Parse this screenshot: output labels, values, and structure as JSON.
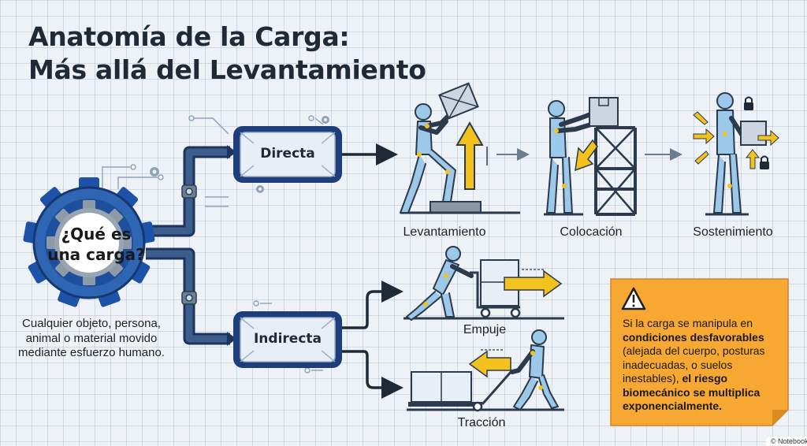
{
  "title": {
    "line1": "Anatomía de la Carga:",
    "line2": "Más allá del Levantamiento"
  },
  "center": {
    "question_line1": "¿Qué es",
    "question_line2": "una carga?",
    "definition": "Cualquier objeto, persona, animal o material movido mediante esfuerzo humano."
  },
  "branches": {
    "direct": {
      "label": "Directa",
      "actions": [
        "Levantamiento",
        "Colocación",
        "Sostenimiento"
      ]
    },
    "indirect": {
      "label": "Indirecta",
      "actions": [
        "Empuje",
        "Tracción"
      ]
    }
  },
  "warning": {
    "icon": "warning-triangle-icon",
    "text_1": "Si la carga se manipula en ",
    "text_bold_1": "condiciones desfavorables",
    "text_2": " (alejada del cuerpo, posturas inadecuadas, o suelos inestables), ",
    "text_bold_2": "el riesgo biomecánico se multiplica exponencialmente."
  },
  "footer": "© NotebookLM",
  "colors": {
    "gear_blue": "#2f66b3",
    "dark_blue": "#1d3e7a",
    "arrow_yellow": "#f4c21c",
    "warning_orange": "#f7a833",
    "figure_blue": "#9cc8ea"
  }
}
